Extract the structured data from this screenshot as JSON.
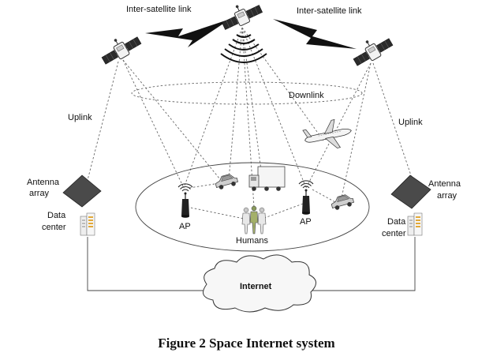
{
  "labels": {
    "isl_left": "Inter-satellite link",
    "isl_right": "Inter-satellite link",
    "downlink": "Downlink",
    "uplink_left": "Uplink",
    "uplink_right": "Uplink",
    "antenna_left_1": "Antenna",
    "antenna_left_2": "array",
    "antenna_right_1": "Antenna",
    "antenna_right_2": "array",
    "dc_left_1": "Data",
    "dc_left_2": "center",
    "dc_right_1": "Data",
    "dc_right_2": "center",
    "ap_left": "AP",
    "ap_right": "AP",
    "humans": "Humans",
    "internet": "Internet"
  },
  "caption": "Figure 2 Space Internet system"
}
